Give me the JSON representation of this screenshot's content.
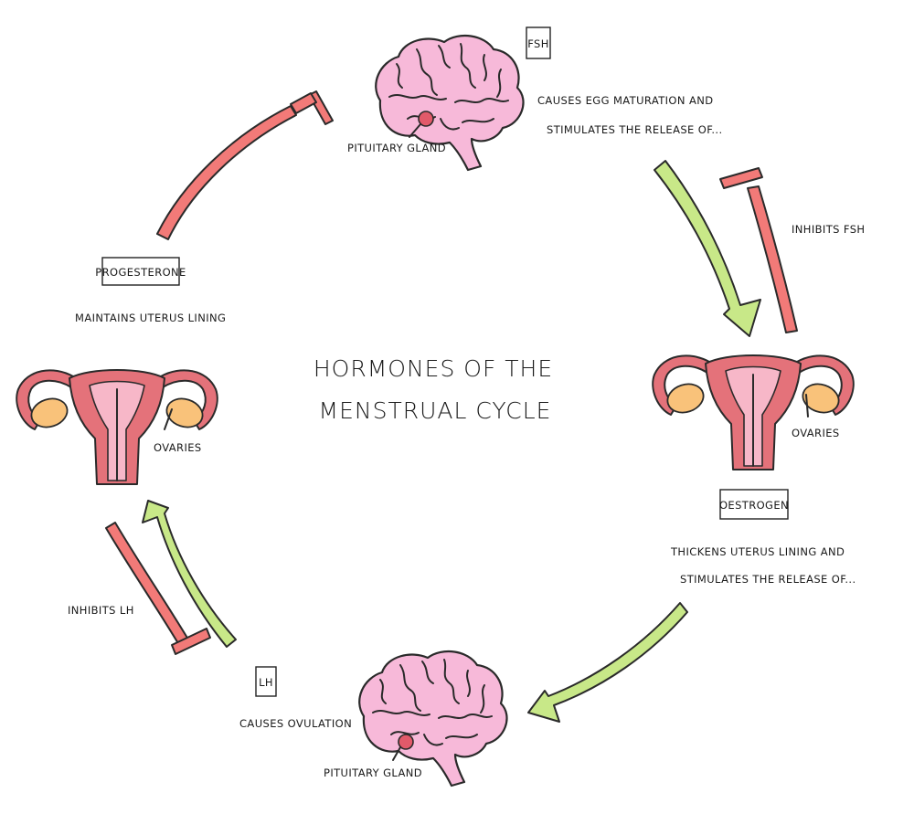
{
  "title": {
    "line1": "HORMONES OF THE",
    "line2": "MENSTRUAL CYCLE"
  },
  "top_brain": {
    "hormone": "FSH",
    "gland_label": "PITUITARY GLAND",
    "effect_line1": "CAUSES EGG MATURATION AND",
    "effect_line2": "STIMULATES THE RELEASE OF..."
  },
  "right_uterus": {
    "ovaries_label": "OVARIES",
    "hormone": "OESTROGEN",
    "effect_line1": "THICKENS UTERUS LINING AND",
    "effect_line2": "STIMULATES THE RELEASE OF..."
  },
  "inhibits_fsh": "INHIBITS FSH",
  "bottom_brain": {
    "gland_label": "PITUITARY GLAND",
    "hormone": "LH",
    "effect": "CAUSES OVULATION"
  },
  "inhibits_lh": "INHIBITS LH",
  "left_uterus": {
    "ovaries_label": "OVARIES",
    "hormone": "PROGESTERONE",
    "effect": "MAINTAINS UTERUS LINING"
  },
  "colors": {
    "stimulate_arrow": "#c8e888",
    "inhibit_arrow": "#f27a78",
    "brain": "#f7b9d9",
    "uterus": "#e4727a",
    "ovary": "#f9c27a"
  }
}
